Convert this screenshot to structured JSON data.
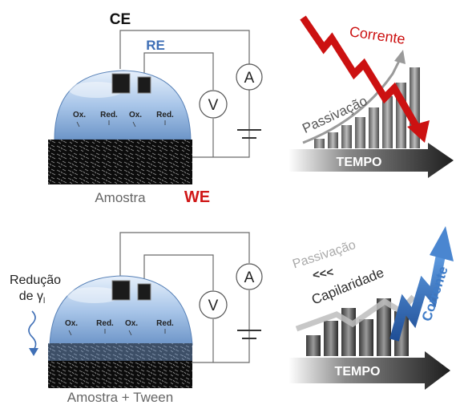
{
  "top": {
    "ce": "CE",
    "re": "RE",
    "we": "WE",
    "ammeter": "A",
    "voltmeter": "V",
    "reactions": [
      "Ox.",
      "Red.",
      "Ox.",
      "Red."
    ],
    "sample_label": "Amostra",
    "chart": {
      "current_label": "Corrente",
      "passivation_label": "Passivação",
      "time_label": "TEMPO"
    }
  },
  "bottom": {
    "ammeter": "A",
    "voltmeter": "V",
    "reduction_line1": "Redução",
    "reduction_line2": "de γ",
    "reduction_sub": "l",
    "reactions": [
      "Ox.",
      "Red.",
      "Ox.",
      "Red."
    ],
    "sample_label": "Amostra + Tween",
    "chart": {
      "passivation_label": "Passivação",
      "less_than": "<<<",
      "capillarity_label": "Capilaridade",
      "current_label": "Corrente",
      "time_label": "TEMPO"
    }
  },
  "colors": {
    "ce": "#111111",
    "re": "#3f6fb6",
    "we": "#d01818",
    "current_top": "#cc1111",
    "current_bottom": "#3f7cc8",
    "wire": "#6a6a6a"
  }
}
